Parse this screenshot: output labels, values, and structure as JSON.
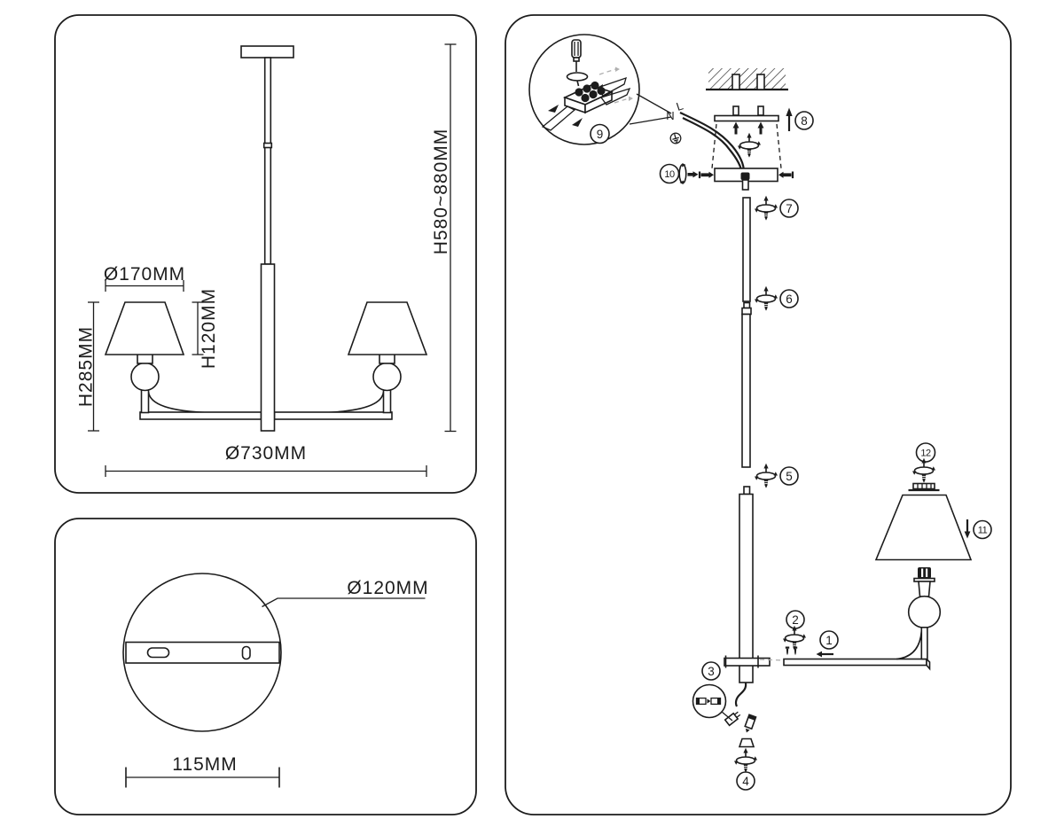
{
  "product_panel": {
    "shade_diameter": "Ø170MM",
    "shade_height": "H120MM",
    "fixture_height": "H285MM",
    "overall_height": "H580~880MM",
    "overall_width": "Ø730MM"
  },
  "canopy_panel": {
    "canopy_diameter": "Ø120MM",
    "bracket_length": "115MM"
  },
  "assembly_panel": {
    "wire_labels": {
      "neutral": "N",
      "live": "L"
    },
    "steps": [
      "1",
      "2",
      "3",
      "4",
      "5",
      "6",
      "7",
      "8",
      "9",
      "10",
      "11",
      "12"
    ]
  }
}
